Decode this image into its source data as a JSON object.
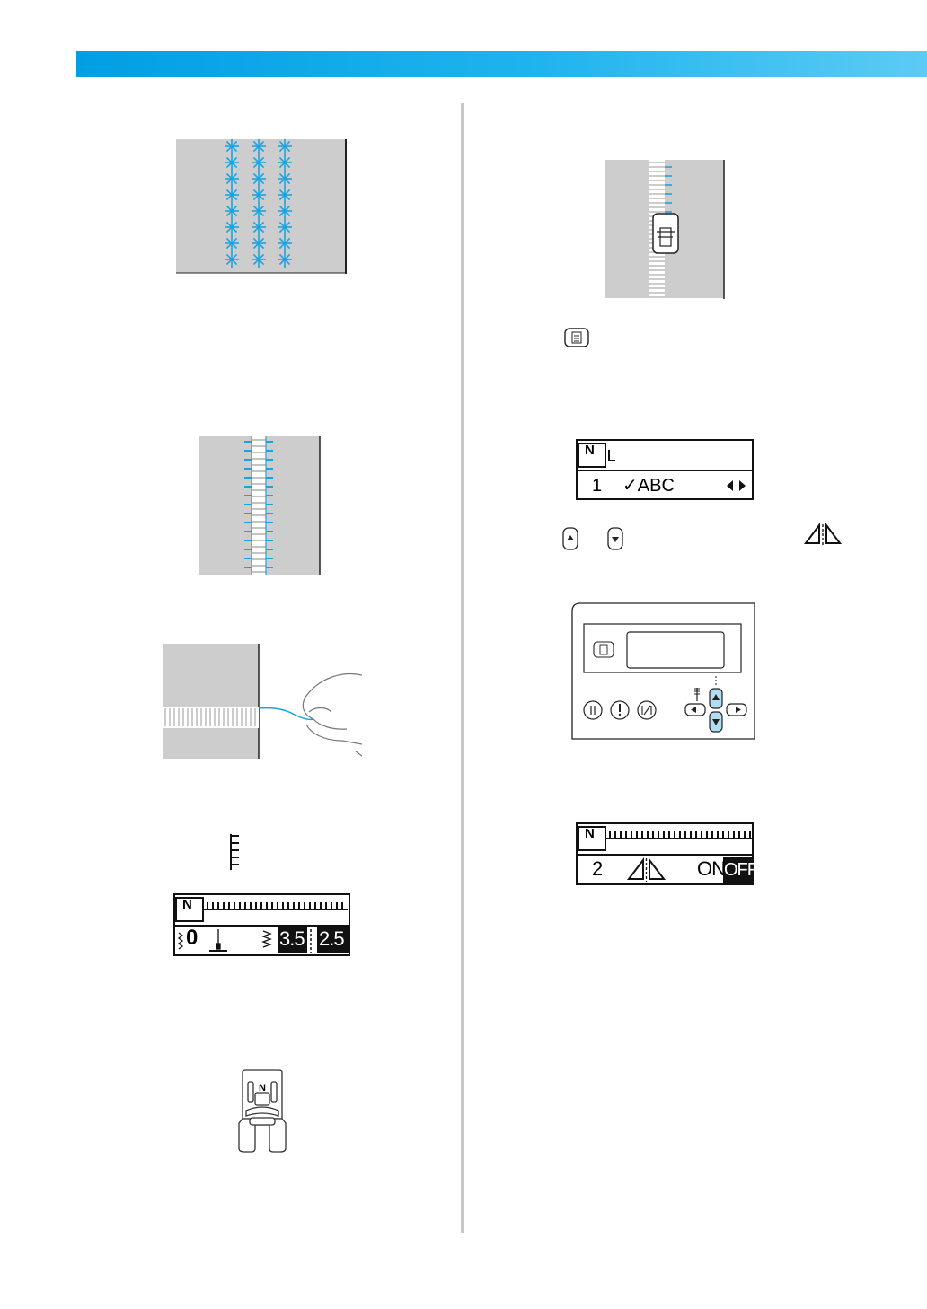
{
  "colors": {
    "header_bar": "#1aaeea",
    "stitch_blue": "#1ba3e0",
    "fabric_gray": "#cdcdcd",
    "divider": "#c8c8c8"
  },
  "icons": [
    "settings-key-icon",
    "up-arrow-key-icon",
    "down-arrow-key-icon",
    "mirror-image-icon",
    "stitch-length-icon",
    "stitch-width-icon",
    "monogramming-foot-n-icon",
    "hand-pulling-thread-icon"
  ],
  "lcd_stitch_settings": {
    "foot_code": "N",
    "tension": "0",
    "width": "3.5",
    "length": "2.5"
  },
  "lcd_settings_menu": {
    "foot_code": "N",
    "item_number": "1",
    "item_label": "✓ABC"
  },
  "lcd_mirror_setting": {
    "foot_code": "N",
    "item_number": "2",
    "on_label": "ON",
    "off_label": "OFF"
  }
}
